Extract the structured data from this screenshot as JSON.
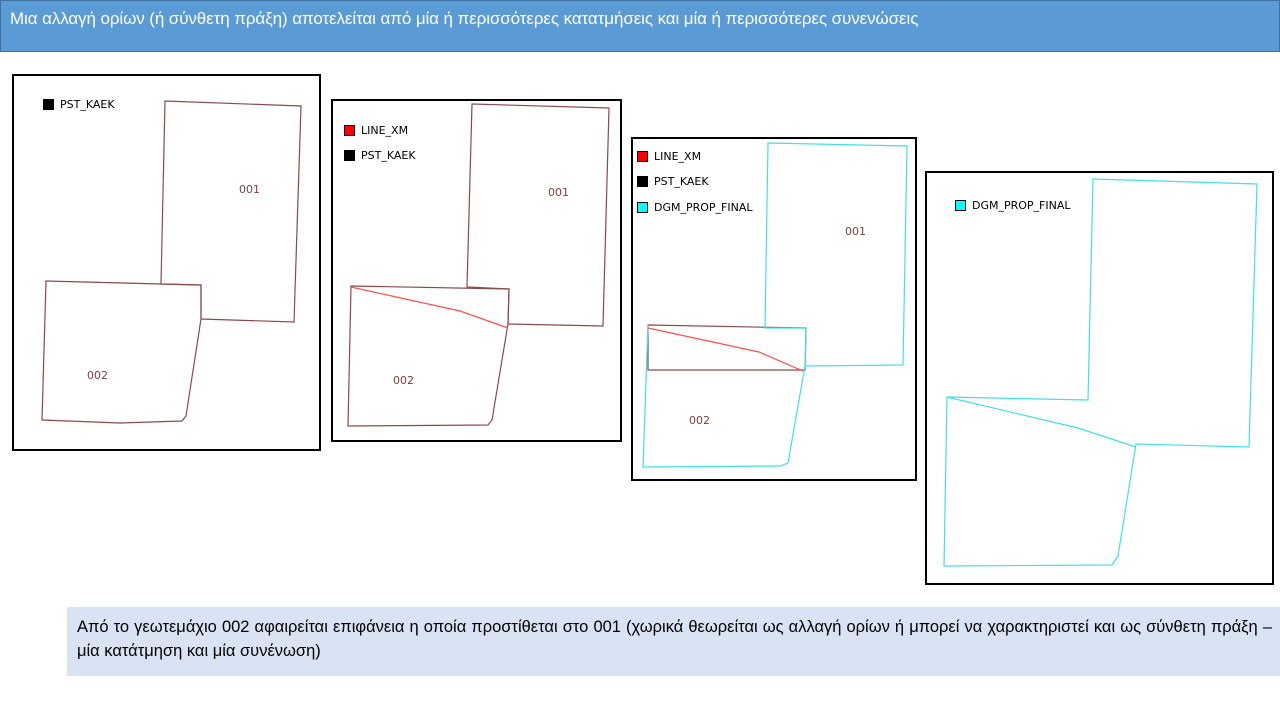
{
  "header": {
    "title": "Μια αλλαγή ορίων (ή σύνθετη πράξη) αποτελείται από μία ή περισσότερες κατατμήσεις και μία ή περισσότερες συνενώσεις"
  },
  "colors": {
    "kaek": "#000000",
    "line_xm": "#ff0000",
    "dgm_prop_final": "#00ffff",
    "parcel_outline": "#8b4a4a",
    "header_bg": "#5b9bd5",
    "note_bg": "#dae3f3"
  },
  "panels": [
    {
      "legend": [
        {
          "label": "PST_KAEK"
        }
      ],
      "parcels": [
        "001",
        "002"
      ]
    },
    {
      "legend": [
        {
          "label": "LINE_XM"
        },
        {
          "label": "PST_KAEK"
        }
      ],
      "parcels": [
        "001",
        "002"
      ]
    },
    {
      "legend": [
        {
          "label": "LINE_XM"
        },
        {
          "label": "PST_KAEK"
        },
        {
          "label": "DGM_PROP_FINAL"
        }
      ],
      "parcels": [
        "001",
        "002"
      ]
    },
    {
      "legend": [
        {
          "label": "DGM_PROP_FINAL"
        }
      ]
    }
  ],
  "note": {
    "text": "Από το γεωτεμάχιο 002 αφαιρείται επιφάνεια η οποία προστίθεται στο 001 (χωρικά θεωρείται ως αλλαγή ορίων ή μπορεί να χαρακτηριστεί και ως σύνθετη πράξη – μία κατάτμηση και μία συνένωση)"
  }
}
